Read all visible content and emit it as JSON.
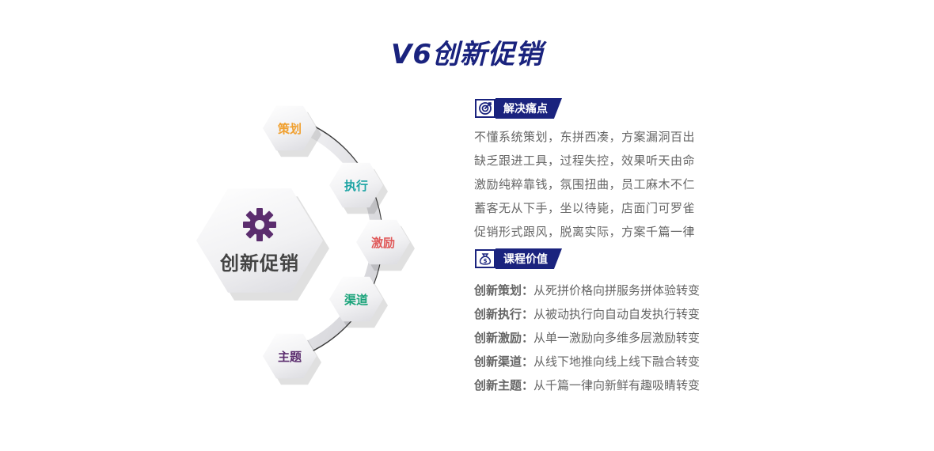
{
  "page": {
    "title": "V6创新促销"
  },
  "center": {
    "label": "创新促销",
    "icon": "gear-icon",
    "icon_color": "#5b2d6e"
  },
  "nodes": [
    {
      "label": "策划",
      "color": "#f0a030"
    },
    {
      "label": "执行",
      "color": "#1aa3a3"
    },
    {
      "label": "激励",
      "color": "#e05a5a"
    },
    {
      "label": "渠道",
      "color": "#1aa37a"
    },
    {
      "label": "主题",
      "color": "#5b2d6e"
    }
  ],
  "pain_section": {
    "tag_label": "解决痛点",
    "icon": "target-icon",
    "items": [
      "不懂系统策划，东拼西凑，方案漏洞百出",
      "缺乏跟进工具，过程失控，效果听天由命",
      "激励纯粹靠钱，氛围扭曲，员工麻木不仁",
      "蓄客无从下手，坐以待毙，店面门可罗雀",
      "促销形式跟风，脱离实际，方案千篇一律"
    ]
  },
  "value_section": {
    "tag_label": "课程价值",
    "icon": "money-bag-icon",
    "items": [
      {
        "key": "创新策划：",
        "text": "从死拼价格向拼服务拼体验转变"
      },
      {
        "key": "创新执行：",
        "text": "从被动执行向自动自发执行转变"
      },
      {
        "key": "创新激励：",
        "text": "从单一激励向多维多层激励转变"
      },
      {
        "key": "创新渠道：",
        "text": "从线下地推向线上线下融合转变"
      },
      {
        "key": "创新主题：",
        "text": "从千篇一律向新鲜有趣吸睛转变"
      }
    ]
  },
  "colors": {
    "accent": "#1a237e",
    "text": "#666666"
  }
}
